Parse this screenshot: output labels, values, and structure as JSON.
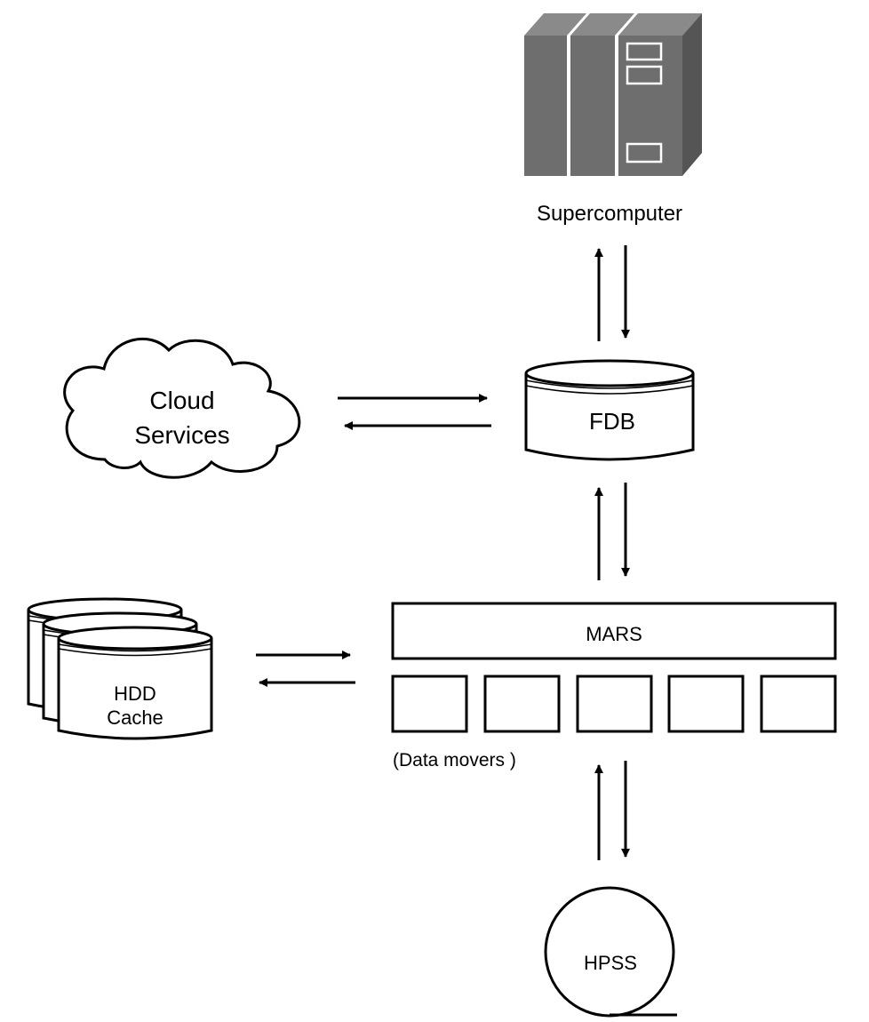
{
  "nodes": {
    "supercomputer": {
      "label": "Supercomputer"
    },
    "cloud": {
      "label_line1": "Cloud",
      "label_line2": "Services"
    },
    "fdb": {
      "label": "FDB"
    },
    "mars": {
      "label": "MARS"
    },
    "data_movers": {
      "label": "(Data movers )",
      "count": 5
    },
    "hdd_cache": {
      "label_line1": "HDD",
      "label_line2": "Cache"
    },
    "hpss": {
      "label": "HPSS"
    }
  },
  "colors": {
    "stroke": "#000000",
    "server_fill": "#6e6e6e",
    "server_side": "#555555",
    "server_top": "#8a8a8a",
    "background": "#ffffff"
  },
  "edges": [
    {
      "from": "fdb",
      "to": "supercomputer",
      "bidirectional": true
    },
    {
      "from": "cloud",
      "to": "fdb",
      "bidirectional": true
    },
    {
      "from": "mars",
      "to": "fdb",
      "bidirectional": true
    },
    {
      "from": "hdd_cache",
      "to": "mars",
      "bidirectional": true
    },
    {
      "from": "hpss",
      "to": "mars",
      "bidirectional": true
    }
  ]
}
